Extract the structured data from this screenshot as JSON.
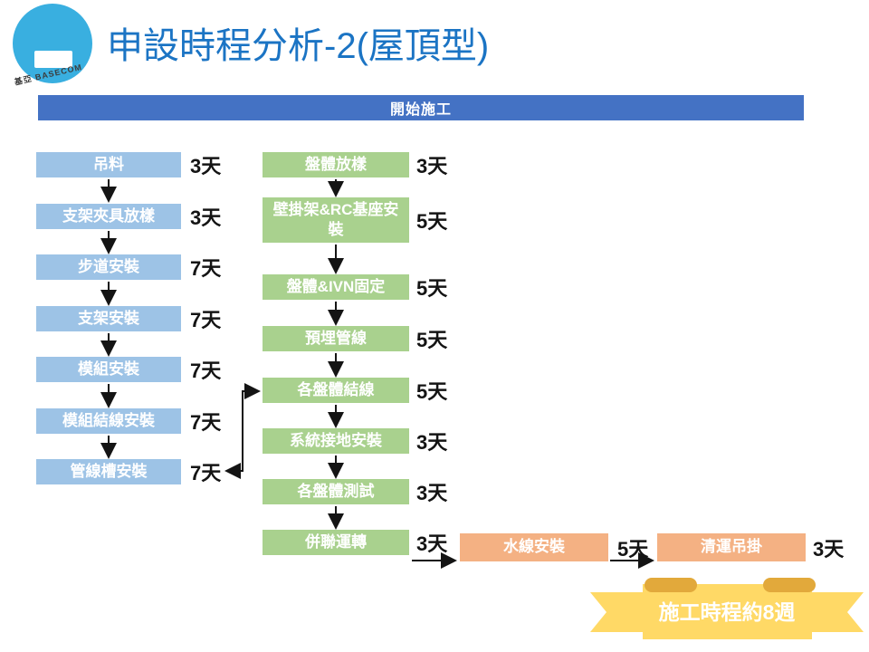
{
  "logo": {
    "caption": "基亞 BASECOM"
  },
  "title": "申設時程分析-2(屋頂型)",
  "start_bar": {
    "label": "開始施工"
  },
  "left_column": {
    "items": [
      {
        "label": "吊料",
        "days": "3天"
      },
      {
        "label": "支架夾具放樣",
        "days": "3天"
      },
      {
        "label": "步道安裝",
        "days": "7天"
      },
      {
        "label": "支架安裝",
        "days": "7天"
      },
      {
        "label": "模組安裝",
        "days": "7天"
      },
      {
        "label": "模組結線安裝",
        "days": "7天"
      },
      {
        "label": "管線槽安裝",
        "days": "7天"
      }
    ]
  },
  "middle_column": {
    "items": [
      {
        "label": "盤體放樣",
        "days": "3天"
      },
      {
        "label": "壁掛架&RC基座安裝",
        "days": "5天"
      },
      {
        "label": "盤體&IVN固定",
        "days": "5天"
      },
      {
        "label": "預埋管線",
        "days": "5天"
      },
      {
        "label": "各盤體結線",
        "days": "5天"
      },
      {
        "label": "系統接地安裝",
        "days": "3天"
      },
      {
        "label": "各盤體測試",
        "days": "3天"
      },
      {
        "label": "併聯運轉",
        "days": "3天"
      }
    ]
  },
  "right_row": {
    "items": [
      {
        "label": "水線安裝",
        "days": "5天"
      },
      {
        "label": "清運吊掛",
        "days": "3天"
      }
    ]
  },
  "banner": {
    "label": "施工時程約8週"
  },
  "colors": {
    "title_blue": "#1B74C4",
    "start_bar_blue": "#4472C4",
    "box_blue": "#9DC3E6",
    "box_green": "#A9D18E",
    "box_orange": "#F4B183",
    "banner_yellow": "#FFD966",
    "banner_fold_gold": "#E2A93B",
    "logo_cyan": "#39AFE0",
    "arrow_black": "#141414"
  }
}
